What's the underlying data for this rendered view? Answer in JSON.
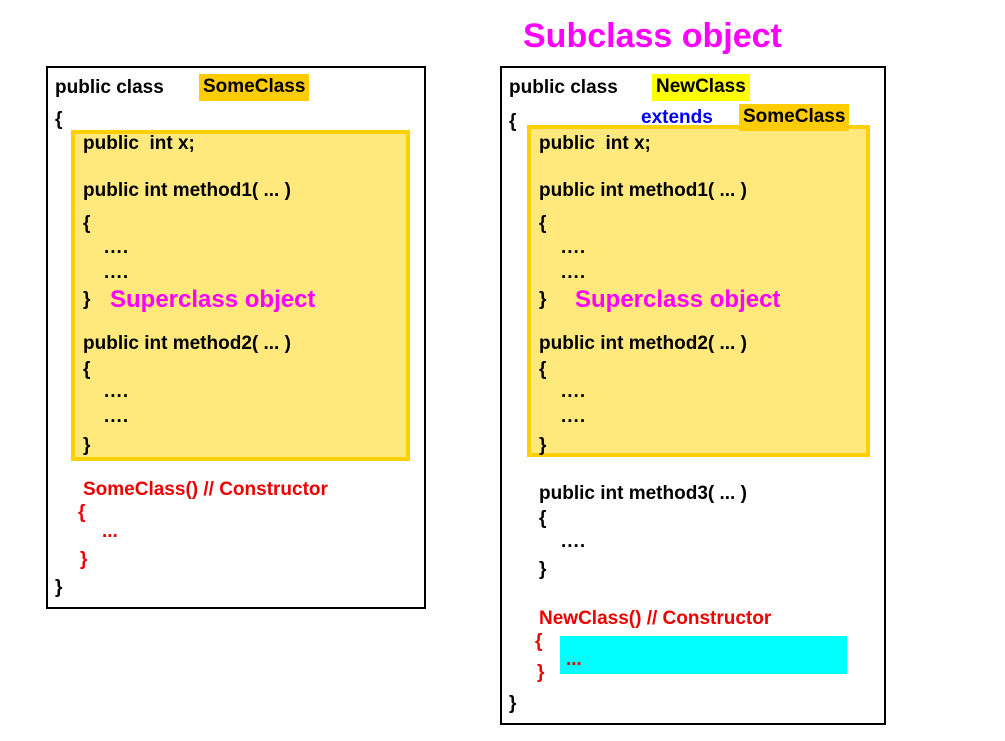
{
  "title": {
    "text": "Subclass object",
    "color": "#ff00ff"
  },
  "colors": {
    "highlight_gold": "#ffcc00",
    "highlight_yellow": "#ffff00",
    "highlight_cyan": "#00ffff",
    "inherited_fill": "#ffe87c",
    "inherited_border": "#ffd000",
    "constructor_text": "#ee0000",
    "keyword_extends": "#0000ee",
    "annotation": "#ff00ff",
    "code_text": "#000000",
    "box_border": "#000000"
  },
  "superclass_box": {
    "header_prefix": "public class ",
    "header_classname": "SomeClass",
    "open_brace": "{",
    "annotation": "Superclass object",
    "inherited_lines": [
      "public  int x;",
      "public int method1( ... )",
      "{",
      "....",
      "....",
      "}",
      "public int method2( ... )",
      "{",
      "....",
      "....",
      "}"
    ],
    "constructor_signature": "SomeClass() // Constructor",
    "constructor_open": "{",
    "constructor_body": "...",
    "constructor_close": "}",
    "close_brace": "}"
  },
  "subclass_box": {
    "header_prefix": "public class ",
    "header_classname": "NewClass",
    "extends_keyword": "extends",
    "extends_classname": "SomeClass",
    "open_brace": "{",
    "annotation": "Superclass object",
    "inherited_lines": [
      "public  int x;",
      "public int method1( ... )",
      "{",
      "....",
      "....",
      "}",
      "public int method2( ... )",
      "{",
      "....",
      "....",
      "}"
    ],
    "new_method_signature": "public int method3( ... )",
    "new_method_open": "{",
    "new_method_body": "....",
    "new_method_close": "}",
    "constructor_signature": "NewClass() // Constructor",
    "constructor_open": "{",
    "constructor_body": "...",
    "constructor_close": "}",
    "close_brace": "}"
  }
}
